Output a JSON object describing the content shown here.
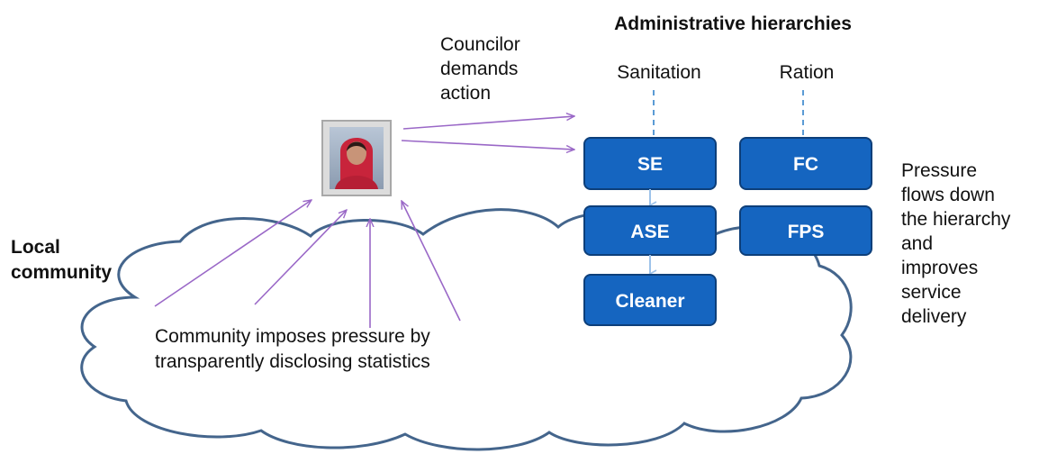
{
  "title": "Administrative hierarchies",
  "community_label": [
    "Local",
    "community"
  ],
  "councilor_label": [
    "Councilor",
    "demands",
    "action"
  ],
  "columns": {
    "sanitation": "Sanitation",
    "ration": "Ration"
  },
  "boxes": {
    "se": "SE",
    "ase": "ASE",
    "cleaner": "Cleaner",
    "fc": "FC",
    "fps": "FPS"
  },
  "community_pressure": [
    "Community imposes pressure by",
    "transparently disclosing statistics"
  ],
  "pressure_flow": [
    "Pressure",
    "flows down",
    "the hierarchy",
    "and",
    "improves",
    "service",
    "delivery"
  ],
  "colors": {
    "box_fill": "#1565c0",
    "box_stroke": "#0d3f7a",
    "cloud_stroke": "#44658c",
    "arrow_purple": "#9a68c7",
    "dashed_line": "#5b9bd5",
    "connector_arrow": "#9ec3ea"
  },
  "icons": {
    "photo": "councilor-portrait"
  }
}
